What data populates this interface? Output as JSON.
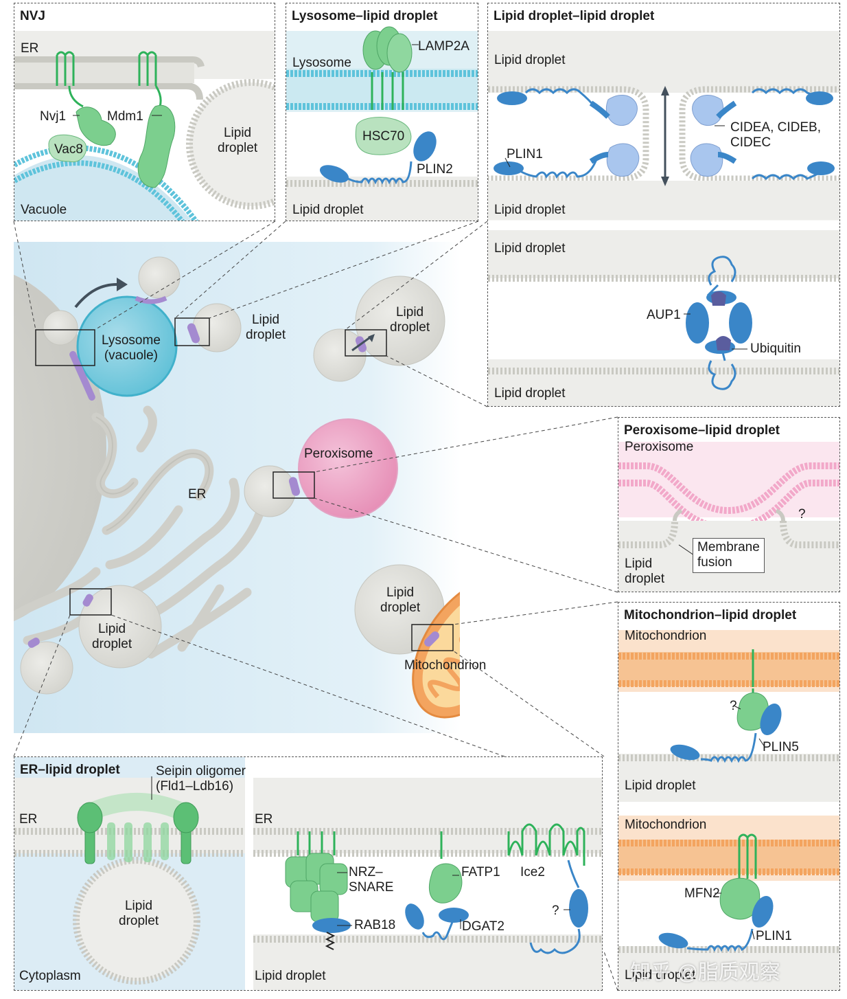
{
  "colors": {
    "membrane_grey": "#c9c9c2",
    "er_bg": "#ededea",
    "lysosome_blue": "#4fc3d7",
    "vacuole_bg": "#cfe7f1",
    "cell_bg": "#dceef6",
    "peroxisome_pink": "#e889b4",
    "mito_orange": "#f0a35c",
    "protein_green": "#7ccf8e",
    "protein_green_light": "#b9e2bf",
    "protein_blue": "#3a86c8",
    "protein_lightblue": "#a9c6ee",
    "ubiquitin_purple": "#5a5d9e",
    "tether_purple": "#a48ad0"
  },
  "nvj": {
    "title": "NVJ",
    "er": "ER",
    "nvj1": "Nvj1",
    "mdm1": "Mdm1",
    "vac8": "Vac8",
    "lipid_droplet": "Lipid\ndroplet",
    "vacuole": "Vacuole"
  },
  "lyso": {
    "title": "Lysosome–lipid droplet",
    "lysosome": "Lysosome",
    "lamp2a": "LAMP2A",
    "hsc70": "HSC70",
    "plin2": "PLIN2",
    "lipid_droplet": "Lipid droplet"
  },
  "ldld": {
    "title": "Lipid droplet–lipid droplet",
    "ld_top": "Lipid droplet",
    "plin1": "PLIN1",
    "cide": "CIDEA, CIDEB,\nCIDEC",
    "ld_mid1": "Lipid droplet",
    "ld_mid2": "Lipid droplet",
    "aup1": "AUP1",
    "ubiquitin": "Ubiquitin",
    "ld_bottom": "Lipid droplet"
  },
  "center": {
    "lysosome": "Lysosome\n(vacuole)",
    "ld1": "Lipid\ndroplet",
    "ld2": "Lipid\ndroplet",
    "peroxisome": "Peroxisome",
    "er": "ER",
    "ld3": "Lipid\ndroplet",
    "ld4": "Lipid\ndroplet",
    "mitochondrion": "Mitochondrion"
  },
  "perox": {
    "title": "Peroxisome–lipid droplet",
    "peroxisome": "Peroxisome",
    "question": "?",
    "membrane_fusion": "Membrane\nfusion",
    "lipid_droplet": "Lipid\ndroplet"
  },
  "mito": {
    "title": "Mitochondrion–lipid droplet",
    "mito1": "Mitochondrion",
    "question": "?",
    "plin5": "PLIN5",
    "ld1": "Lipid droplet",
    "mito2": "Mitochondrion",
    "mfn2": "MFN2",
    "plin1": "PLIN1",
    "ld2": "Lipid droplet"
  },
  "er_ld": {
    "title": "ER–lipid droplet",
    "seipin": "Seipin oligomer\n(Fld1–Ldb16)",
    "er_left": "ER",
    "lipid_droplet": "Lipid\ndroplet",
    "cytoplasm": "Cytoplasm",
    "er_right": "ER",
    "nrz": "NRZ–\nSNARE",
    "rab18": "RAB18",
    "fatp1": "FATP1",
    "dgat2": "DGAT2",
    "ice2": "Ice2",
    "question": "?",
    "ld_right": "Lipid droplet"
  },
  "watermark": "知乎 @脂质观察"
}
